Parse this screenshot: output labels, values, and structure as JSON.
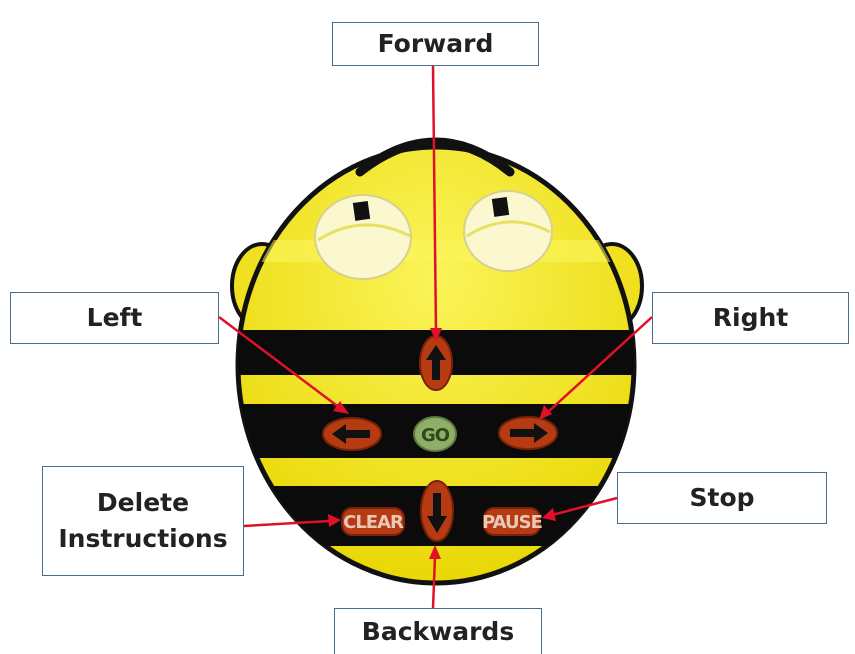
{
  "labels": {
    "forward": "Forward",
    "left": "Left",
    "right": "Right",
    "delete_line1": "Delete",
    "delete_line2": "Instructions",
    "stop": "Stop",
    "backwards": "Backwards"
  },
  "buttons": {
    "go": "GO",
    "clear": "CLEAR",
    "pause": "PAUSE"
  },
  "colors": {
    "body_yellow": "#f5e92a",
    "stripe_black": "#0b0b0b",
    "button_brown": "#b63a12",
    "go_green": "#8fae68",
    "arrow_red": "#e0102a",
    "box_border": "#4a6e8c"
  }
}
